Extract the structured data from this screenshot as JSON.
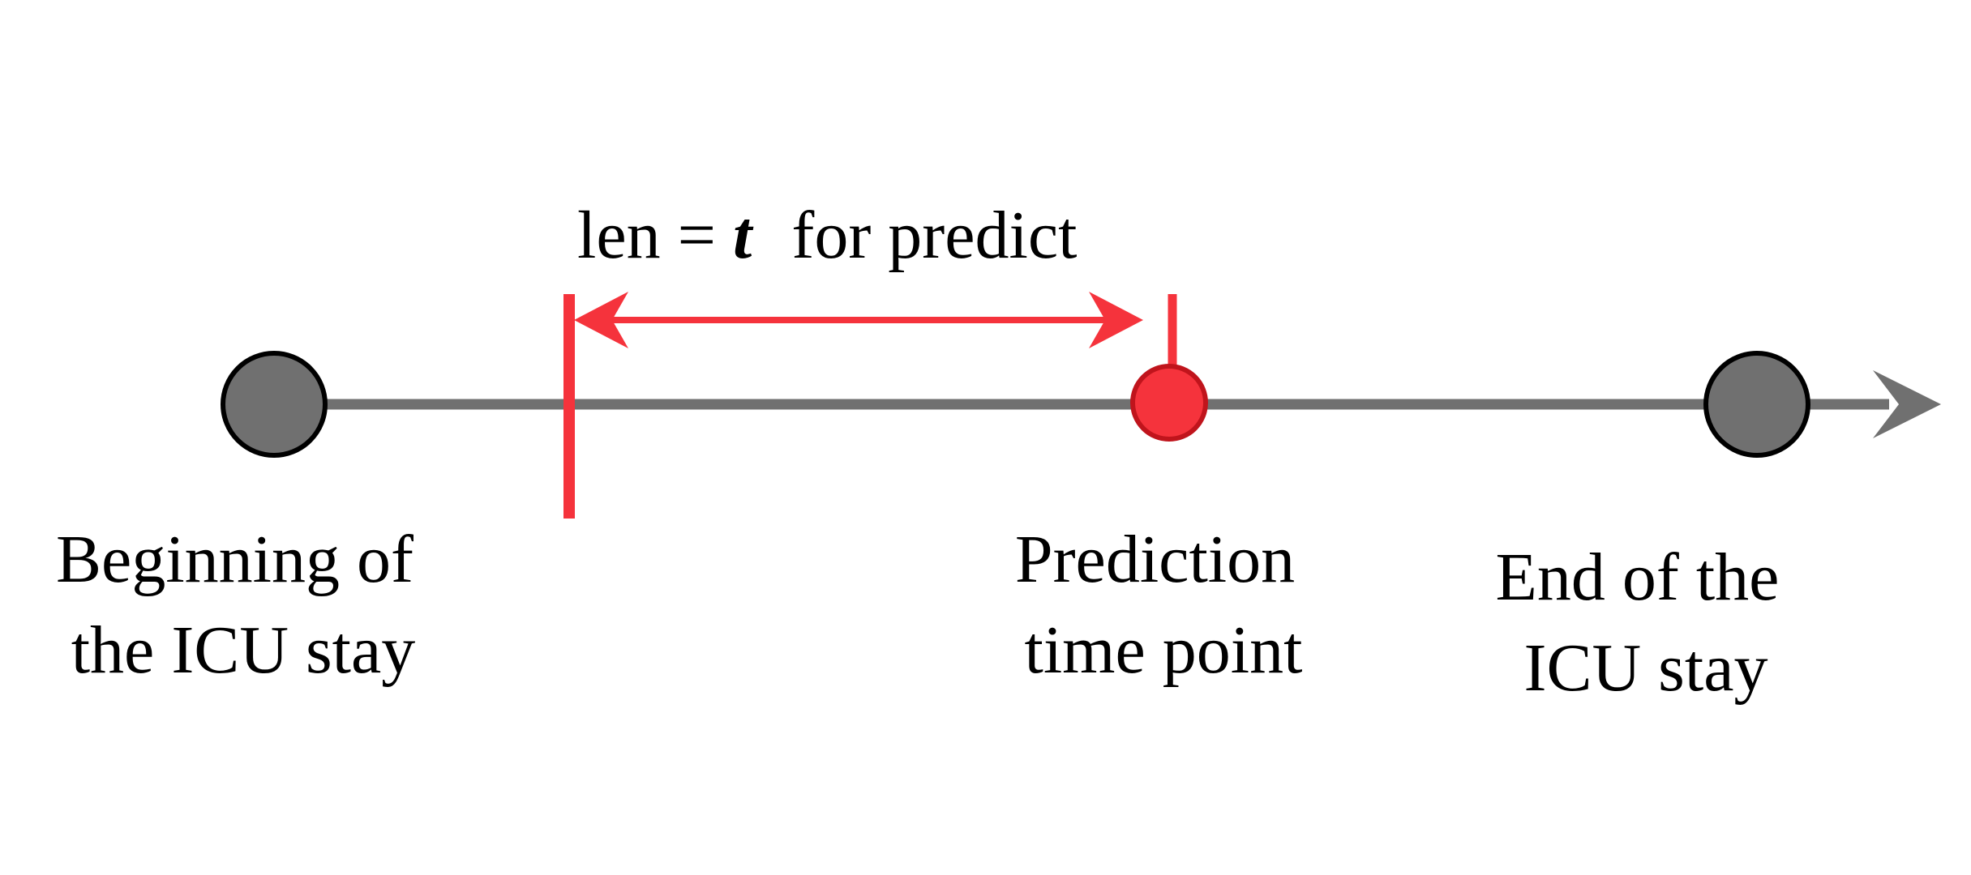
{
  "title": {
    "prefix": "len = ",
    "variable": "t",
    "suffix": " for predict"
  },
  "labels": {
    "beginning": [
      "Beginning of",
      "the ICU stay"
    ],
    "prediction": [
      "Prediction",
      "time point"
    ],
    "end": [
      "End of the",
      "ICU stay"
    ]
  },
  "colors": {
    "timeline": "#707070",
    "node_fill": "#707070",
    "node_stroke": "#000000",
    "accent": "#f5333c",
    "accent_stroke": "#c0141c"
  }
}
